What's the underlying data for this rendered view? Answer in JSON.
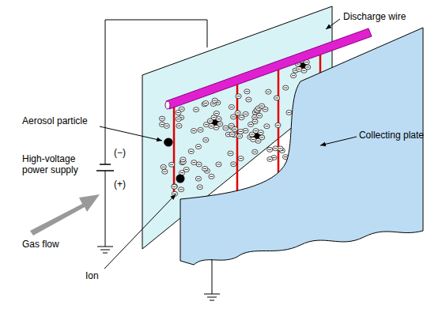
{
  "diagram": {
    "labels": [
      "Discharge wire",
      "Aerosol particle",
      "High-voltage power supply",
      "(−)",
      "(+)",
      "Gas flow",
      "Ion",
      "Collecting plate"
    ]
  }
}
